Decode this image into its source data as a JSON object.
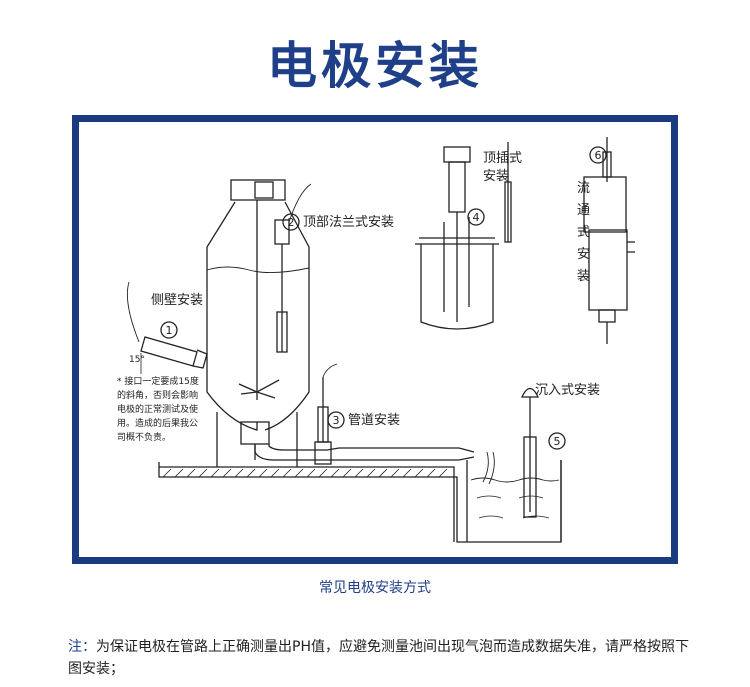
{
  "page": {
    "title": "电极安装",
    "caption": "常见电极安装方式",
    "note_label": "注：",
    "note_text": "为保证电极在管路上正确测量出PH值，应避免测量池间出现气泡而造成数据失准，请严格按照下图安装；"
  },
  "diagram": {
    "labels": {
      "side_wall": "侧壁安装",
      "top_flange": "顶部法兰式安装",
      "pipeline": "管道安装",
      "top_insert_1": "顶插式",
      "top_insert_2": "安装",
      "flow_through": [
        "流",
        "通",
        "式",
        "安",
        "装"
      ],
      "submerged": "沉入式安装",
      "angle": "15°",
      "warning": [
        "* 接口一定要成15度",
        "的斜角，否则会影响",
        "电极的正常测试及使",
        "用。造成的后果我公",
        "司概不负责。"
      ]
    },
    "markers": [
      "1",
      "2",
      "3",
      "4",
      "5",
      "6"
    ]
  },
  "colors": {
    "title": "#1f3f88",
    "frame": "#1b3b80",
    "line": "#222222"
  }
}
